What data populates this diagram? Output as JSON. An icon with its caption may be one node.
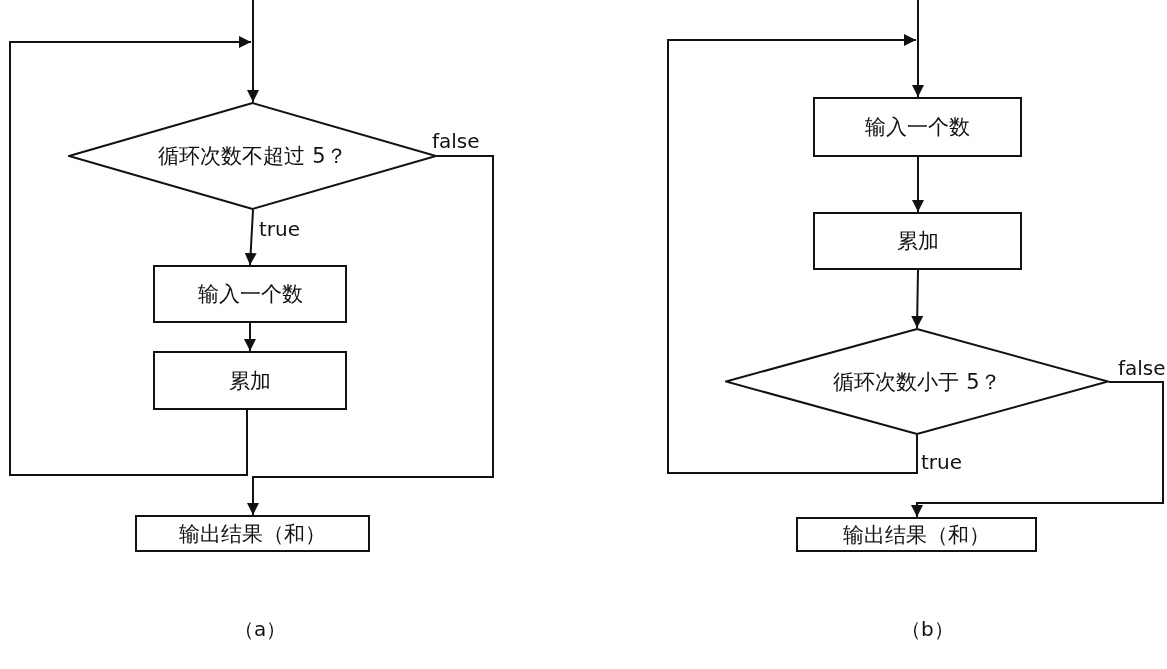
{
  "diagram": {
    "nodes": [
      {
        "text": [
          "循环次数不超过 5？"
        ]
      },
      {
        "text": [
          "输入一个数"
        ]
      },
      {
        "text": [
          "累加"
        ]
      },
      {
        "text": [
          "输出结果（和）"
        ]
      },
      {
        "text": [
          "输入一个数"
        ]
      },
      {
        "text": [
          "累加"
        ]
      },
      {
        "text": [
          "循环次数小于 5？"
        ]
      },
      {
        "text": [
          "输出结果（和）"
        ]
      }
    ],
    "edges": [
      {
        "from": null,
        "to": 0,
        "arrow": "to"
      },
      {
        "from": 0,
        "to": 1,
        "arrow": "to",
        "label": "true"
      },
      {
        "from": 1,
        "to": 2,
        "arrow": "to"
      },
      {
        "from": 2,
        "to": 0,
        "arrow": "to"
      },
      {
        "from": 0,
        "to": 3,
        "arrow": "to",
        "label": "false"
      },
      {
        "from": null,
        "to": 4,
        "arrow": "to"
      },
      {
        "from": 4,
        "to": 5,
        "arrow": "to"
      },
      {
        "from": 5,
        "to": 6,
        "arrow": "to"
      },
      {
        "from": 6,
        "to": 4,
        "arrow": "to",
        "label": "true"
      },
      {
        "from": 6,
        "to": 7,
        "arrow": "to",
        "label": "false"
      }
    ],
    "labels": [
      "（a）",
      "（b）"
    ]
  }
}
